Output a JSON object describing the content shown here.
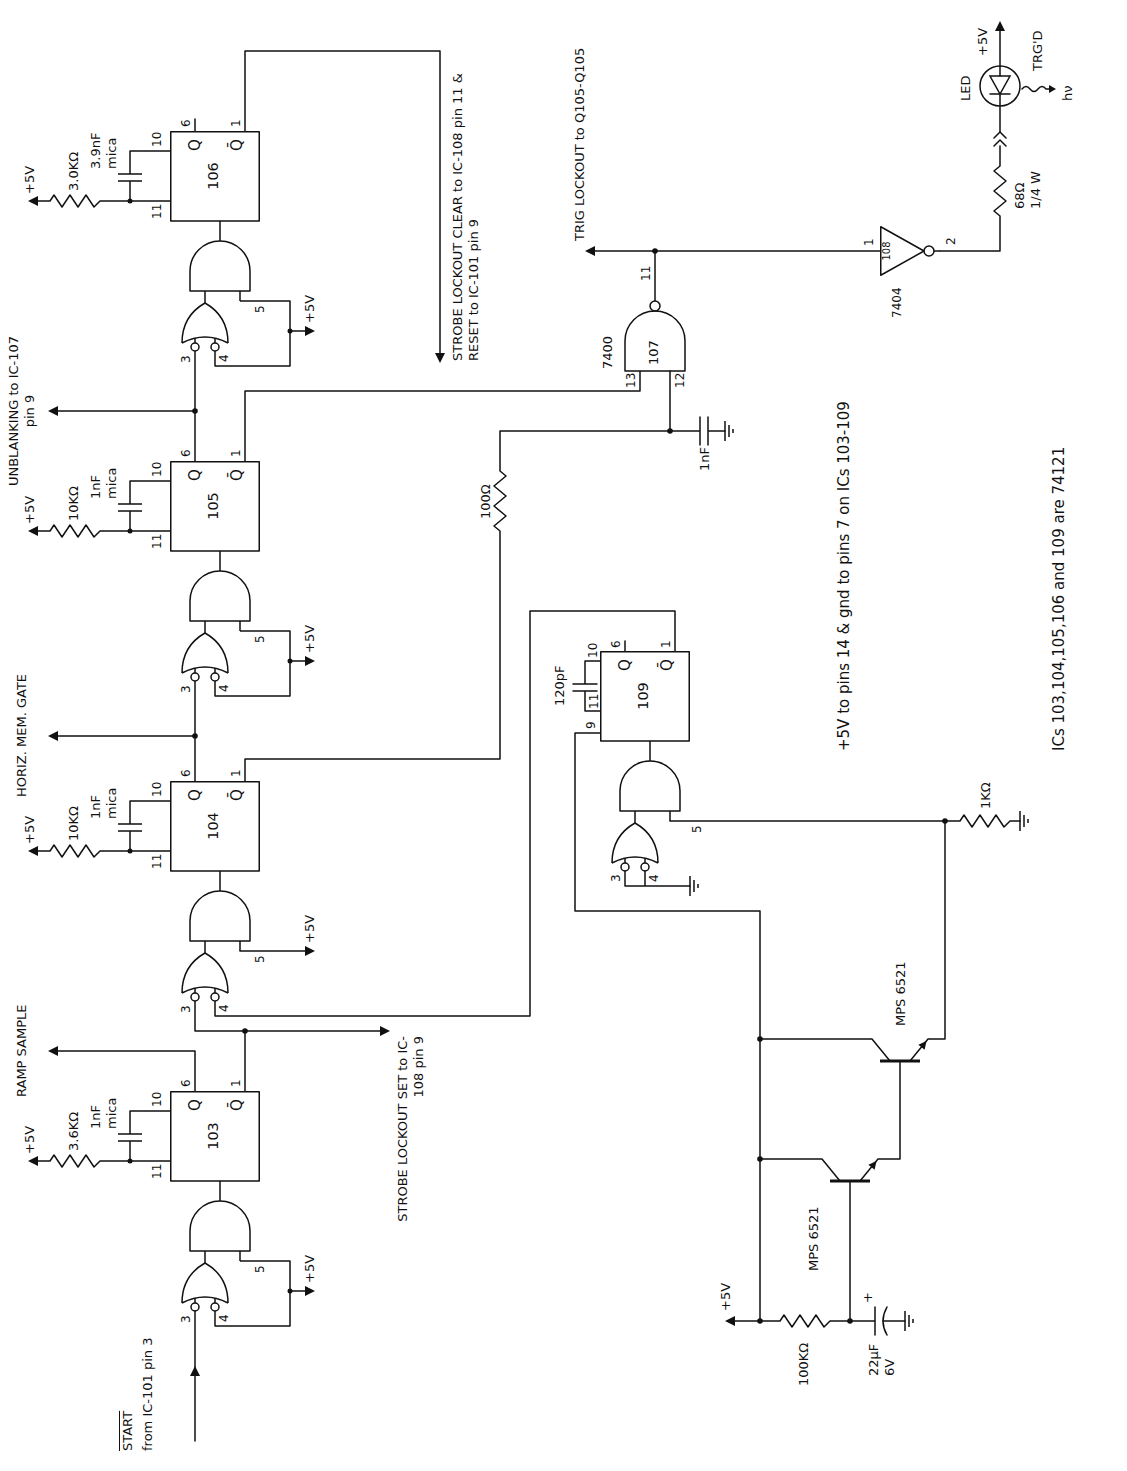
{
  "diagram": {
    "nodes": [
      {
        "text": [
          "103",
          "Q",
          "Q̄"
        ]
      },
      {
        "text": [
          "104",
          "Q",
          "Q̄"
        ]
      },
      {
        "text": [
          "105",
          "Q",
          "Q̄"
        ]
      },
      {
        "text": [
          "106",
          "Q",
          "Q̄"
        ]
      },
      {
        "text": [
          "109",
          "Q",
          "Q̄"
        ]
      },
      {
        "text": [
          "7400",
          "107"
        ]
      },
      {
        "text": [
          "7404",
          "108"
        ]
      }
    ],
    "edges": [
      {
        "from": 0,
        "to": 1,
        "arrow": "none"
      },
      {
        "from": 1,
        "to": 2,
        "arrow": "none"
      },
      {
        "from": 2,
        "to": 3,
        "arrow": "none"
      },
      {
        "from": 4,
        "to": 1,
        "arrow": "none"
      },
      {
        "from": 2,
        "to": 5,
        "arrow": "none"
      },
      {
        "from": 5,
        "to": 6,
        "arrow": "none"
      }
    ],
    "labels": [
      "START",
      "from IC-101 pin 3",
      "3",
      "4",
      "5",
      "+5V",
      "+5V",
      "3.6KΩ",
      "1nF mica",
      "11",
      "10",
      "6",
      "1",
      "RAMP SAMPLE",
      "STROBE LOCKOUT SET to IC-108 pin 9",
      "3",
      "4",
      "5",
      "+5V",
      "+5V",
      "10KΩ",
      "1nF mica",
      "11",
      "10",
      "6",
      "1",
      "HORIZ. MEM. GATE",
      "3",
      "4",
      "5",
      "+5V",
      "+5V",
      "10KΩ",
      "1nF mica",
      "11",
      "10",
      "6",
      "1",
      "UNBLANKING to IC-107 pin 9",
      "3",
      "4",
      "5",
      "+5V",
      "+5V",
      "3.0KΩ",
      "3.9nF mica",
      "11",
      "10",
      "6",
      "1",
      "STROBE LOCKOUT CLEAR to IC-108 pin 11 & RESET to IC-101 pin 9",
      "100Ω",
      "1nF",
      "13",
      "12",
      "11",
      "TRIG LOCKOUT to Q105-Q105",
      "1",
      "2",
      "68Ω",
      "1/4 W",
      "LED",
      "TRG'D",
      "hν",
      "+5V",
      "120pF",
      "9",
      "11",
      "10",
      "6",
      "1",
      "3",
      "4",
      "5",
      "+5V",
      "100KΩ",
      "22µF 6V",
      "+",
      "MPS 6521",
      "MPS 6521",
      "1KΩ",
      "+5V to pins 14 & gnd to pins 7 on ICs 103-109",
      "ICs 103,104,105,106 and 109 are 74121"
    ]
  }
}
